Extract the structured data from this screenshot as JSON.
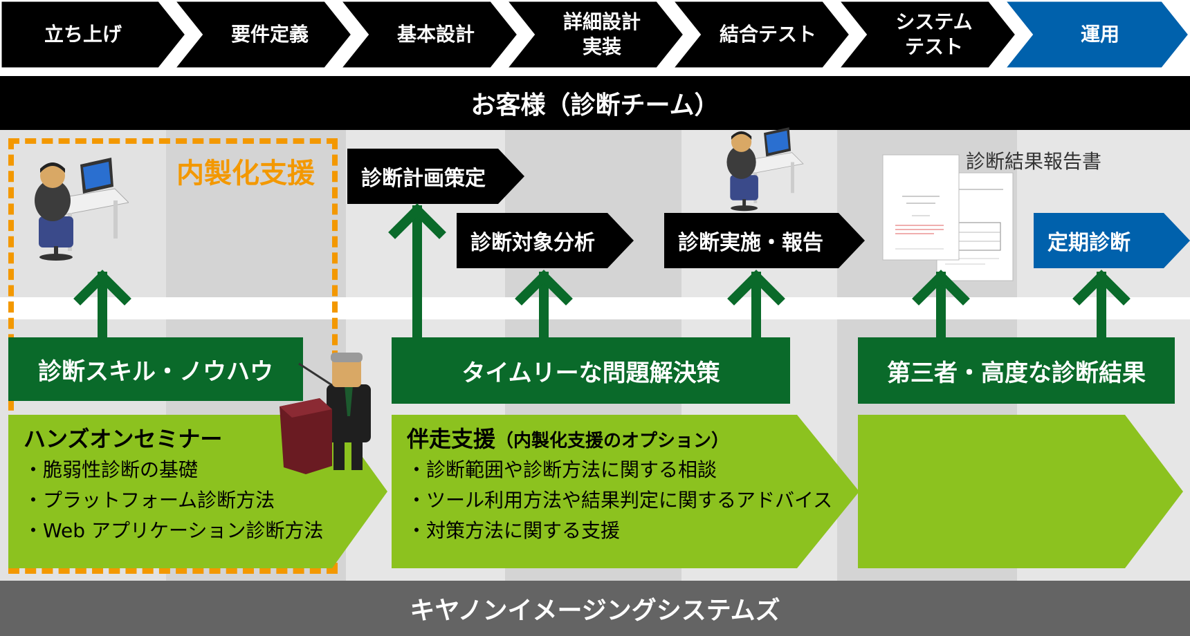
{
  "phases": [
    {
      "label": "立ち上げ",
      "active": false
    },
    {
      "label": "要件定義",
      "active": false
    },
    {
      "label": "基本設計",
      "active": false
    },
    {
      "label": "詳細設計\n実装",
      "active": false
    },
    {
      "label": "結合テスト",
      "active": false
    },
    {
      "label": "システム\nテスト",
      "active": false
    },
    {
      "label": "運用",
      "active": true
    }
  ],
  "colors": {
    "phase_dark": "#000000",
    "phase_active": "#0061ac",
    "accent_orange": "#f39800",
    "green": "#0a6a2a",
    "lime": "#8cc21f",
    "footer_gray": "#646464"
  },
  "customer_band": "お客様（診断チーム）",
  "inhouse_label": "内製化支援",
  "steps": {
    "plan": "診断計画策定",
    "analysis": "診断対象分析",
    "execute": "診断実施・報告",
    "periodic": "定期診断"
  },
  "report_label": "診断結果報告書",
  "benefits": {
    "skill": "診断スキル・ノウハウ",
    "timely": "タイムリーな問題解決策",
    "third_party": "第三者・高度な診断結果"
  },
  "seminar": {
    "title": "ハンズオンセミナー",
    "items": [
      "脆弱性診断の基礎",
      "プラットフォーム診断方法",
      "Web アプリケーション診断方法"
    ]
  },
  "support": {
    "title": "伴走支援",
    "subtitle": "（内製化支援のオプション）",
    "items": [
      "診断範囲や診断方法に関する相談",
      "ツール利用方法や結果判定に関するアドバイス",
      "対策方法に関する支援"
    ]
  },
  "footer_band": "キヤノンイメージングシステムズ",
  "icons": [
    "person-at-computer-icon",
    "presenter-icon",
    "report-document-icon",
    "up-arrow-icon"
  ]
}
